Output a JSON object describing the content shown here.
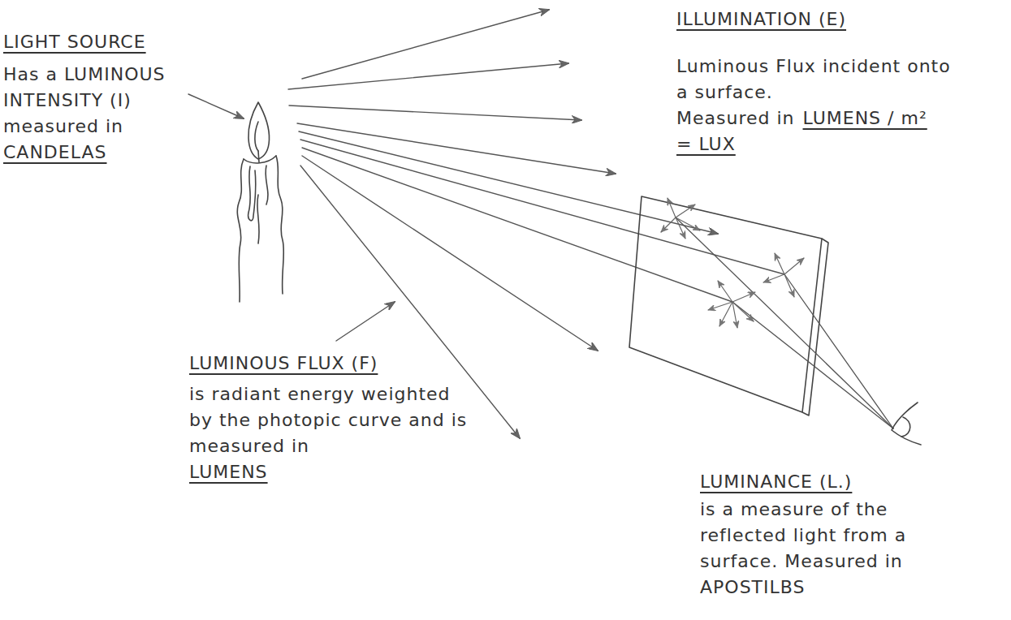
{
  "diagram": {
    "labels": [
      "LIGHT SOURCE",
      "Has a LUMINOUS INTENSITY (I) measured in",
      "CANDELAS",
      "ILLUMINATION (E)",
      "Luminous Flux incident onto a surface.",
      "Measured in",
      "LUMENS / m²",
      "= LUX",
      "LUMINOUS FLUX (F)",
      "is radiant energy weighted by the photopic curve and is measured in",
      "LUMENS",
      "LUMINANCE (L.)",
      "is a measure of the reflected light from a surface. Measured in APOSTILBS"
    ]
  }
}
